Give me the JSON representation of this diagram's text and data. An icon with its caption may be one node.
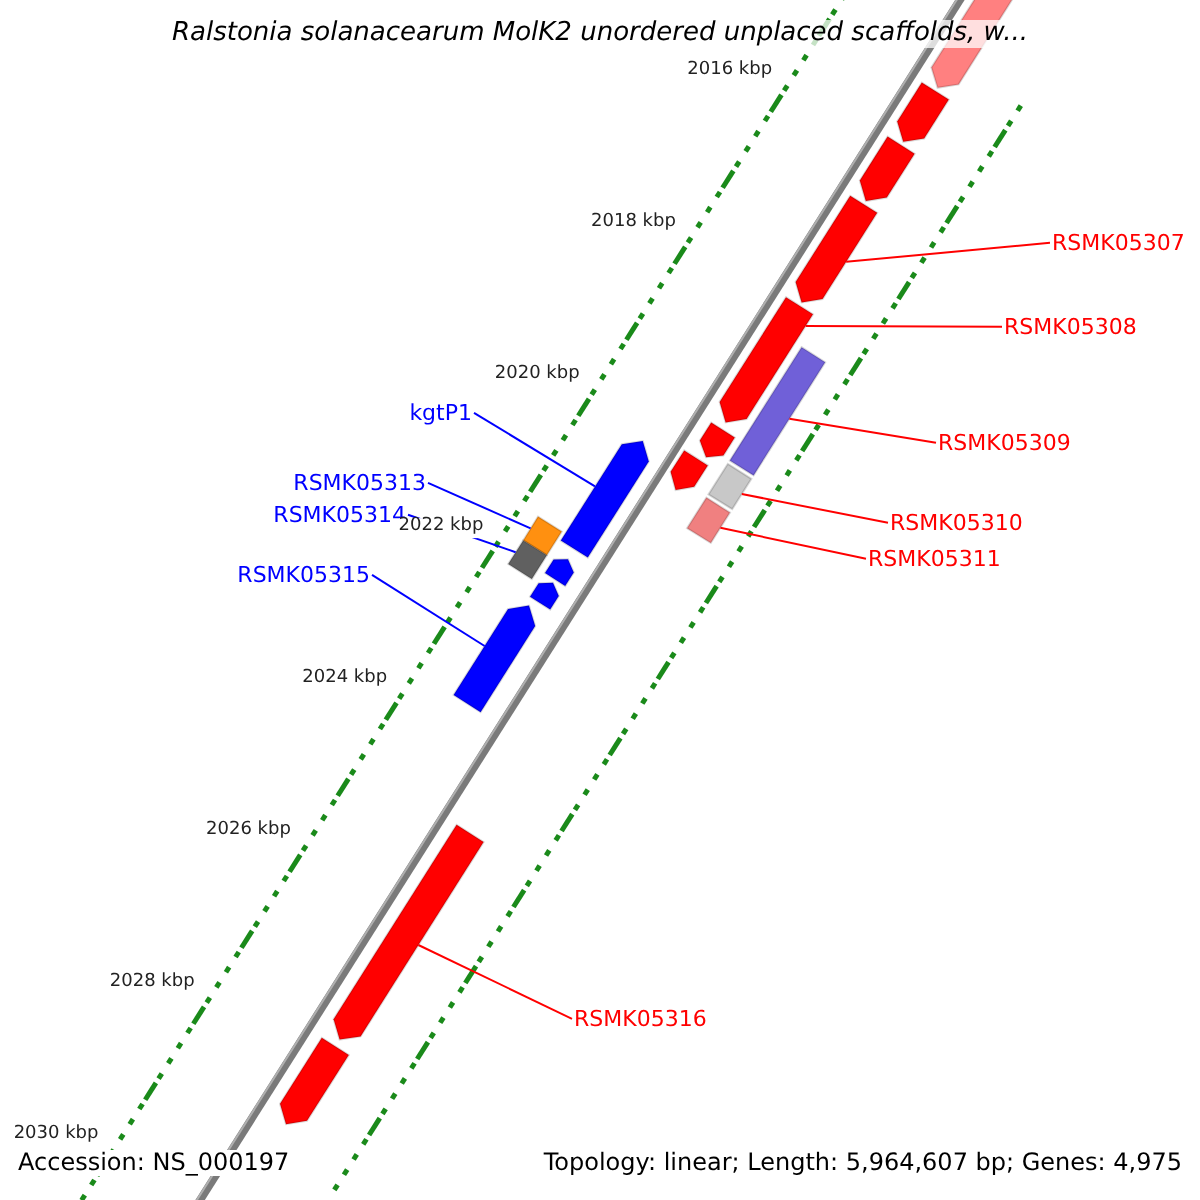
{
  "diagram": {
    "title": "Ralstonia solanacearum MolK2 unordered unplaced scaffolds, w...",
    "nodes": [
      {
        "text": [
          "RSMK05307"
        ]
      },
      {
        "text": [],
        "shape": "bar"
      },
      {
        "text": [
          "RSMK05308"
        ]
      },
      {
        "text": [],
        "shape": "bar"
      },
      {
        "text": [
          "RSMK05309"
        ]
      },
      {
        "text": [],
        "shape": "bar"
      },
      {
        "text": [
          "RSMK05310"
        ]
      },
      {
        "text": [],
        "shape": "bar"
      },
      {
        "text": [
          "RSMK05311"
        ]
      },
      {
        "text": [],
        "shape": "bar"
      },
      {
        "text": [
          "kgtP1"
        ]
      },
      {
        "text": [],
        "shape": "bar"
      },
      {
        "text": [
          "RSMK05313"
        ]
      },
      {
        "text": [],
        "shape": "bar"
      },
      {
        "text": [
          "RSMK05314"
        ]
      },
      {
        "text": [],
        "shape": "bar"
      },
      {
        "text": [
          "RSMK05315"
        ]
      },
      {
        "text": [],
        "shape": "bar"
      },
      {
        "text": [
          "RSMK05316"
        ]
      },
      {
        "text": [],
        "shape": "bar"
      },
      {
        "text": [],
        "shape": "bar"
      },
      {
        "text": [],
        "shape": "bar"
      },
      {
        "text": [],
        "shape": "bar"
      },
      {
        "text": [],
        "shape": "bar"
      },
      {
        "text": [],
        "shape": "bar"
      },
      {
        "text": [],
        "shape": "bar"
      },
      {
        "text": [],
        "shape": "bar"
      },
      {
        "text": [],
        "shape": "bar"
      }
    ],
    "edges": [
      {
        "from": 0,
        "to": 1,
        "arrow": "none"
      },
      {
        "from": 2,
        "to": 3,
        "arrow": "none"
      },
      {
        "from": 4,
        "to": 5,
        "arrow": "none"
      },
      {
        "from": 6,
        "to": 7,
        "arrow": "none"
      },
      {
        "from": 8,
        "to": 9,
        "arrow": "none"
      },
      {
        "from": 10,
        "to": 11,
        "arrow": "none",
        "color": "#0000ff"
      },
      {
        "from": 12,
        "to": 13,
        "arrow": "none",
        "color": "#0000ff"
      },
      {
        "from": 14,
        "to": 15,
        "arrow": "none",
        "color": "#0000ff"
      },
      {
        "from": 16,
        "to": 17,
        "arrow": "none",
        "color": "#0000ff"
      },
      {
        "from": 18,
        "to": 19,
        "arrow": "none"
      }
    ],
    "labels": [
      "2016 kbp",
      "2018 kbp",
      "2020 kbp",
      "2022 kbp",
      "2024 kbp",
      "2026 kbp",
      "2028 kbp",
      "2030 kbp",
      "Accession: NS_000197",
      "Topology: linear; Length: 5,964,607 bp; Genes: 4,975"
    ]
  }
}
